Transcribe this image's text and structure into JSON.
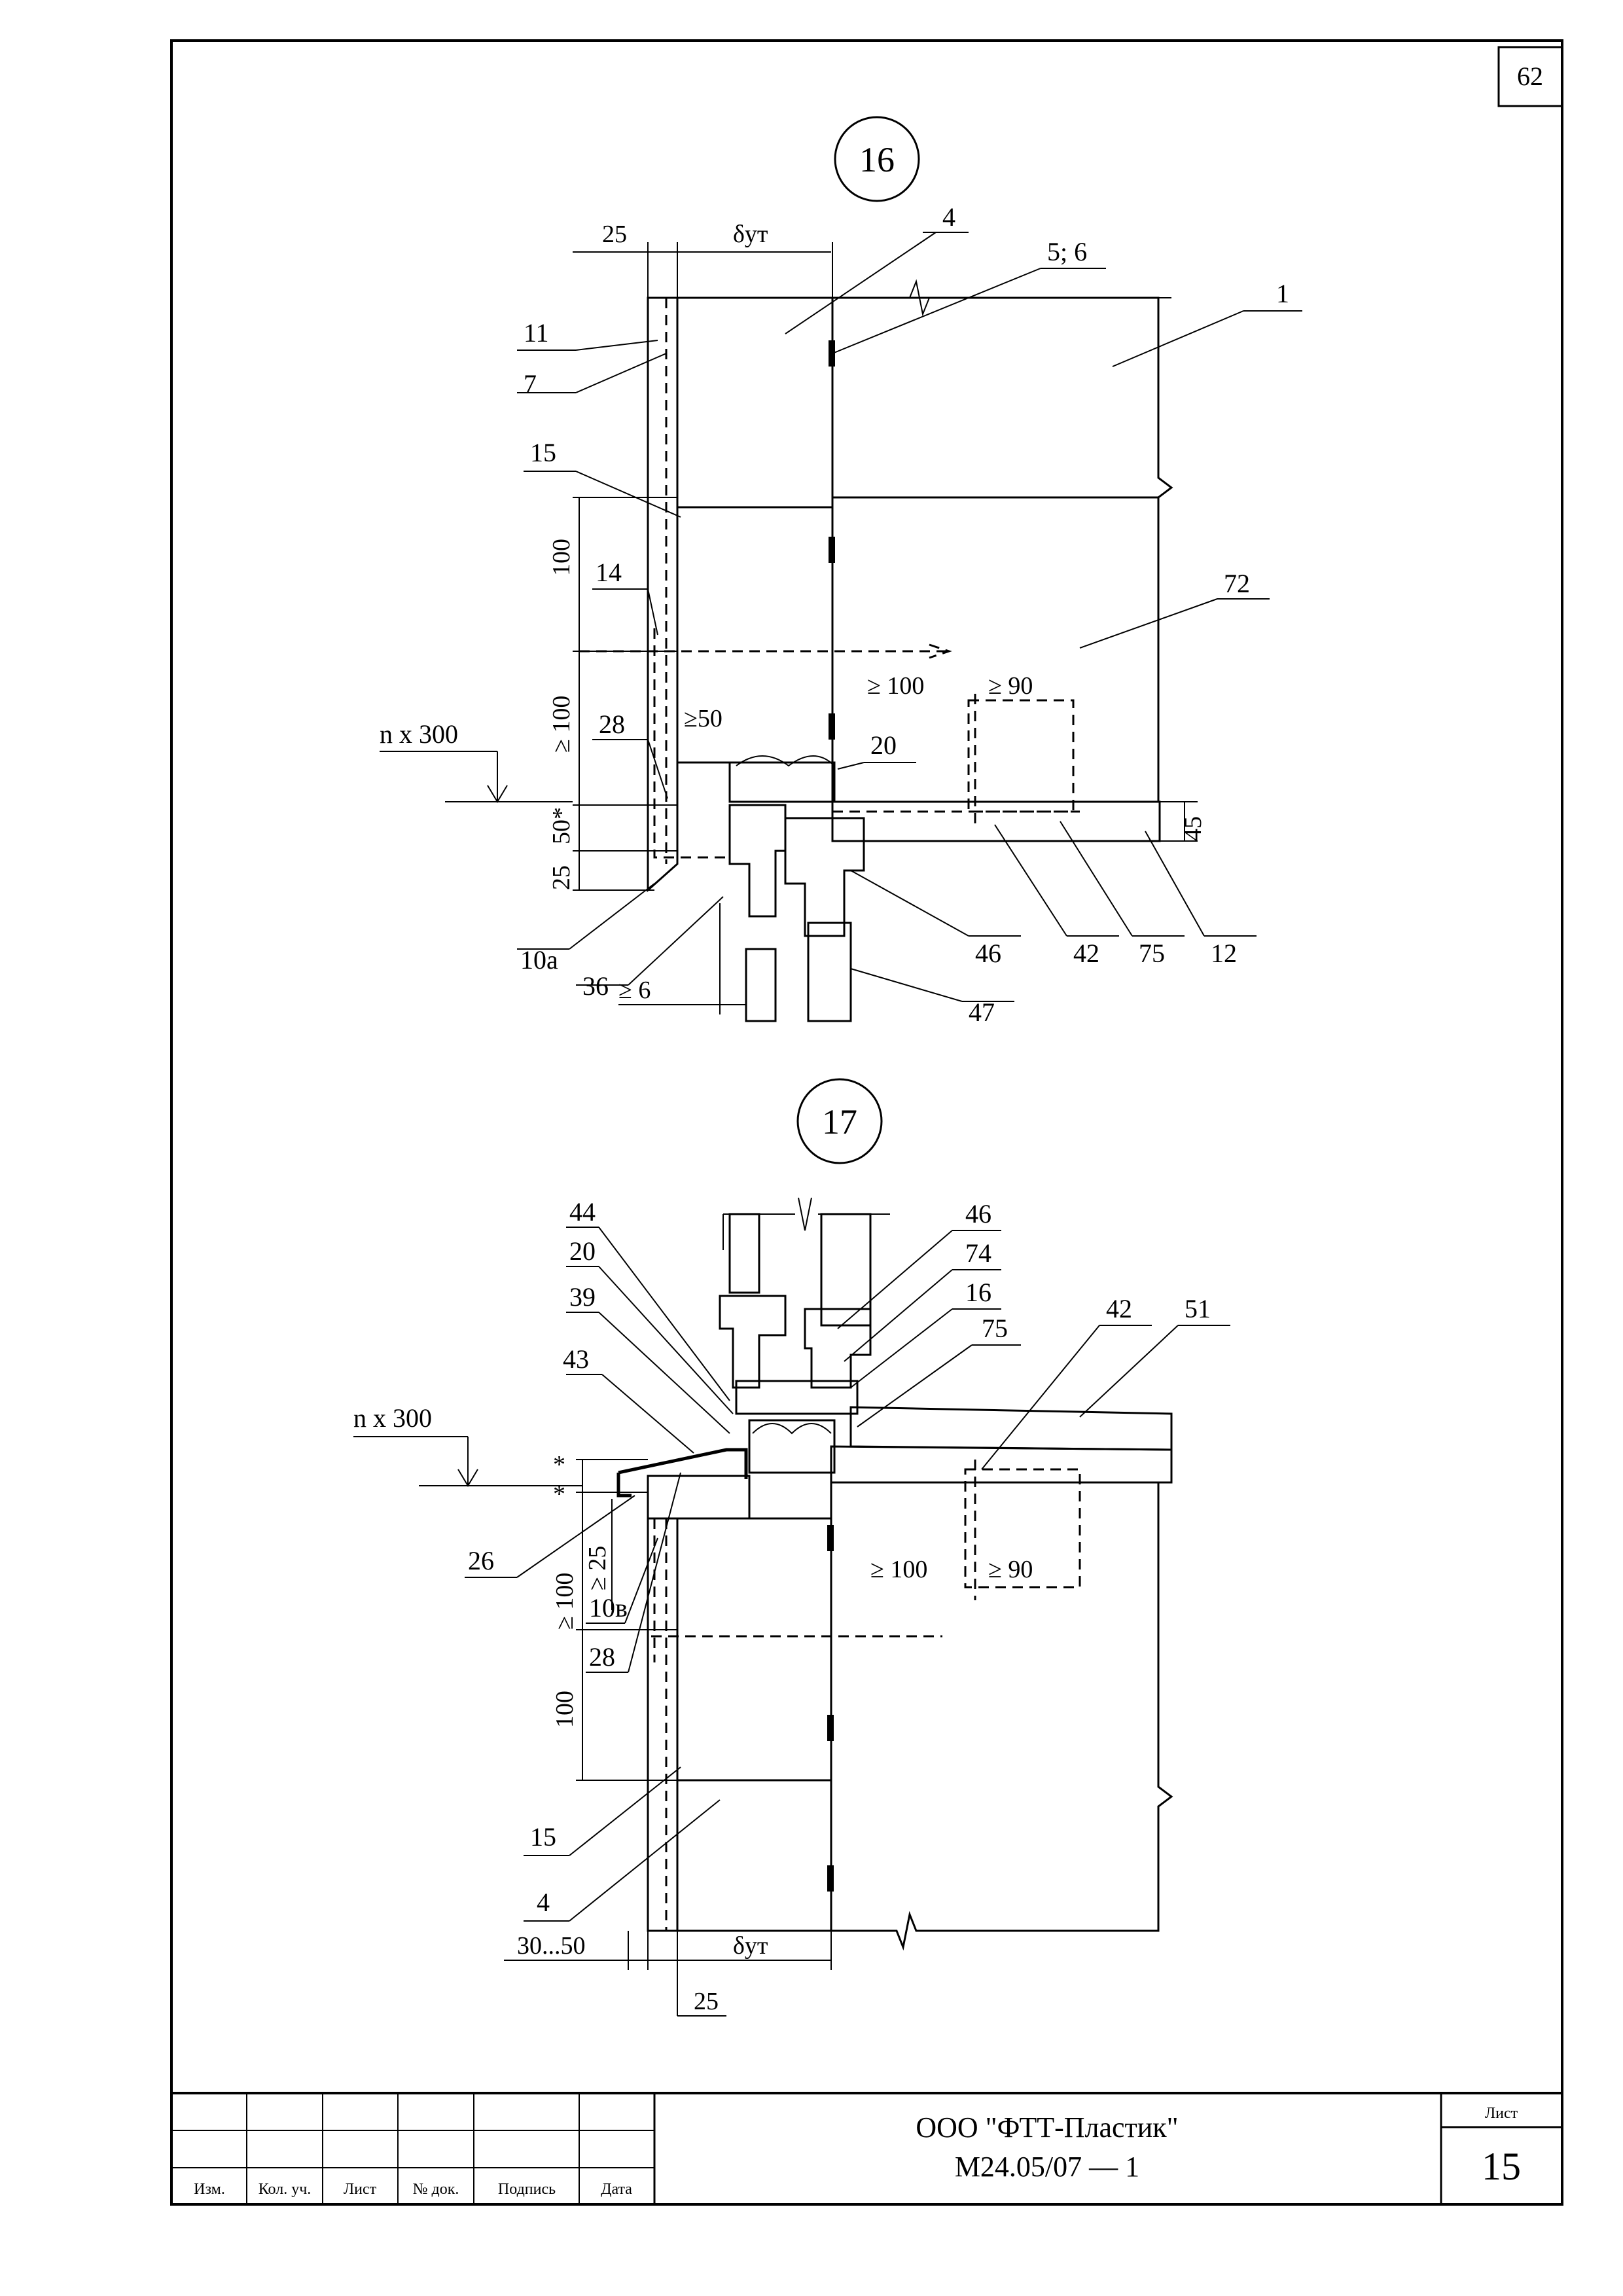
{
  "sheet": {
    "page_number": "62",
    "company": "ООО \"ФТТ-Пластик\"",
    "doc_code": "М24.05/07 — 1",
    "sheet_label": "Лист",
    "sheet_value": "15",
    "stamp_columns": [
      "Изм.",
      "Кол. уч.",
      "Лист",
      "№ док.",
      "Подпись",
      "Дата"
    ]
  },
  "detail16": {
    "number": "16",
    "dims": {
      "top_25": "25",
      "thickness": "δут",
      "v100": "100",
      "ge100": "≥ 100",
      "v25": "25",
      "v50": "50*",
      "ge50": "≥50",
      "ge100h": "≥ 100",
      "ge90": "≥ 90",
      "v45": "45",
      "ge6": "≥ 6",
      "n300": "n x 300"
    },
    "labels": {
      "l4": "4",
      "l56": "5; 6",
      "l1": "1",
      "l11": "11",
      "l7": "7",
      "l15": "15",
      "l14": "14",
      "l72": "72",
      "l28": "28",
      "l20": "20",
      "l10a": "10а",
      "l36": "36",
      "l46": "46",
      "l42": "42",
      "l75": "75",
      "l12": "12",
      "l47": "47"
    }
  },
  "detail17": {
    "number": "17",
    "dims": {
      "n300": "n x 300",
      "star1": "*",
      "star2": "*",
      "ge25": "≥ 25",
      "ge100": "≥ 100",
      "v100": "100",
      "ge100h": "≥ 100",
      "ge90": "≥ 90",
      "w3050": "30...50",
      "thickness": "δут",
      "v25": "25"
    },
    "labels": {
      "l44": "44",
      "l20": "20",
      "l39": "39",
      "l43": "43",
      "l46": "46",
      "l74": "74",
      "l16": "16",
      "l75": "75",
      "l42": "42",
      "l51": "51",
      "l26": "26",
      "l10v": "10в",
      "l28": "28",
      "l15": "15",
      "l4": "4"
    }
  }
}
